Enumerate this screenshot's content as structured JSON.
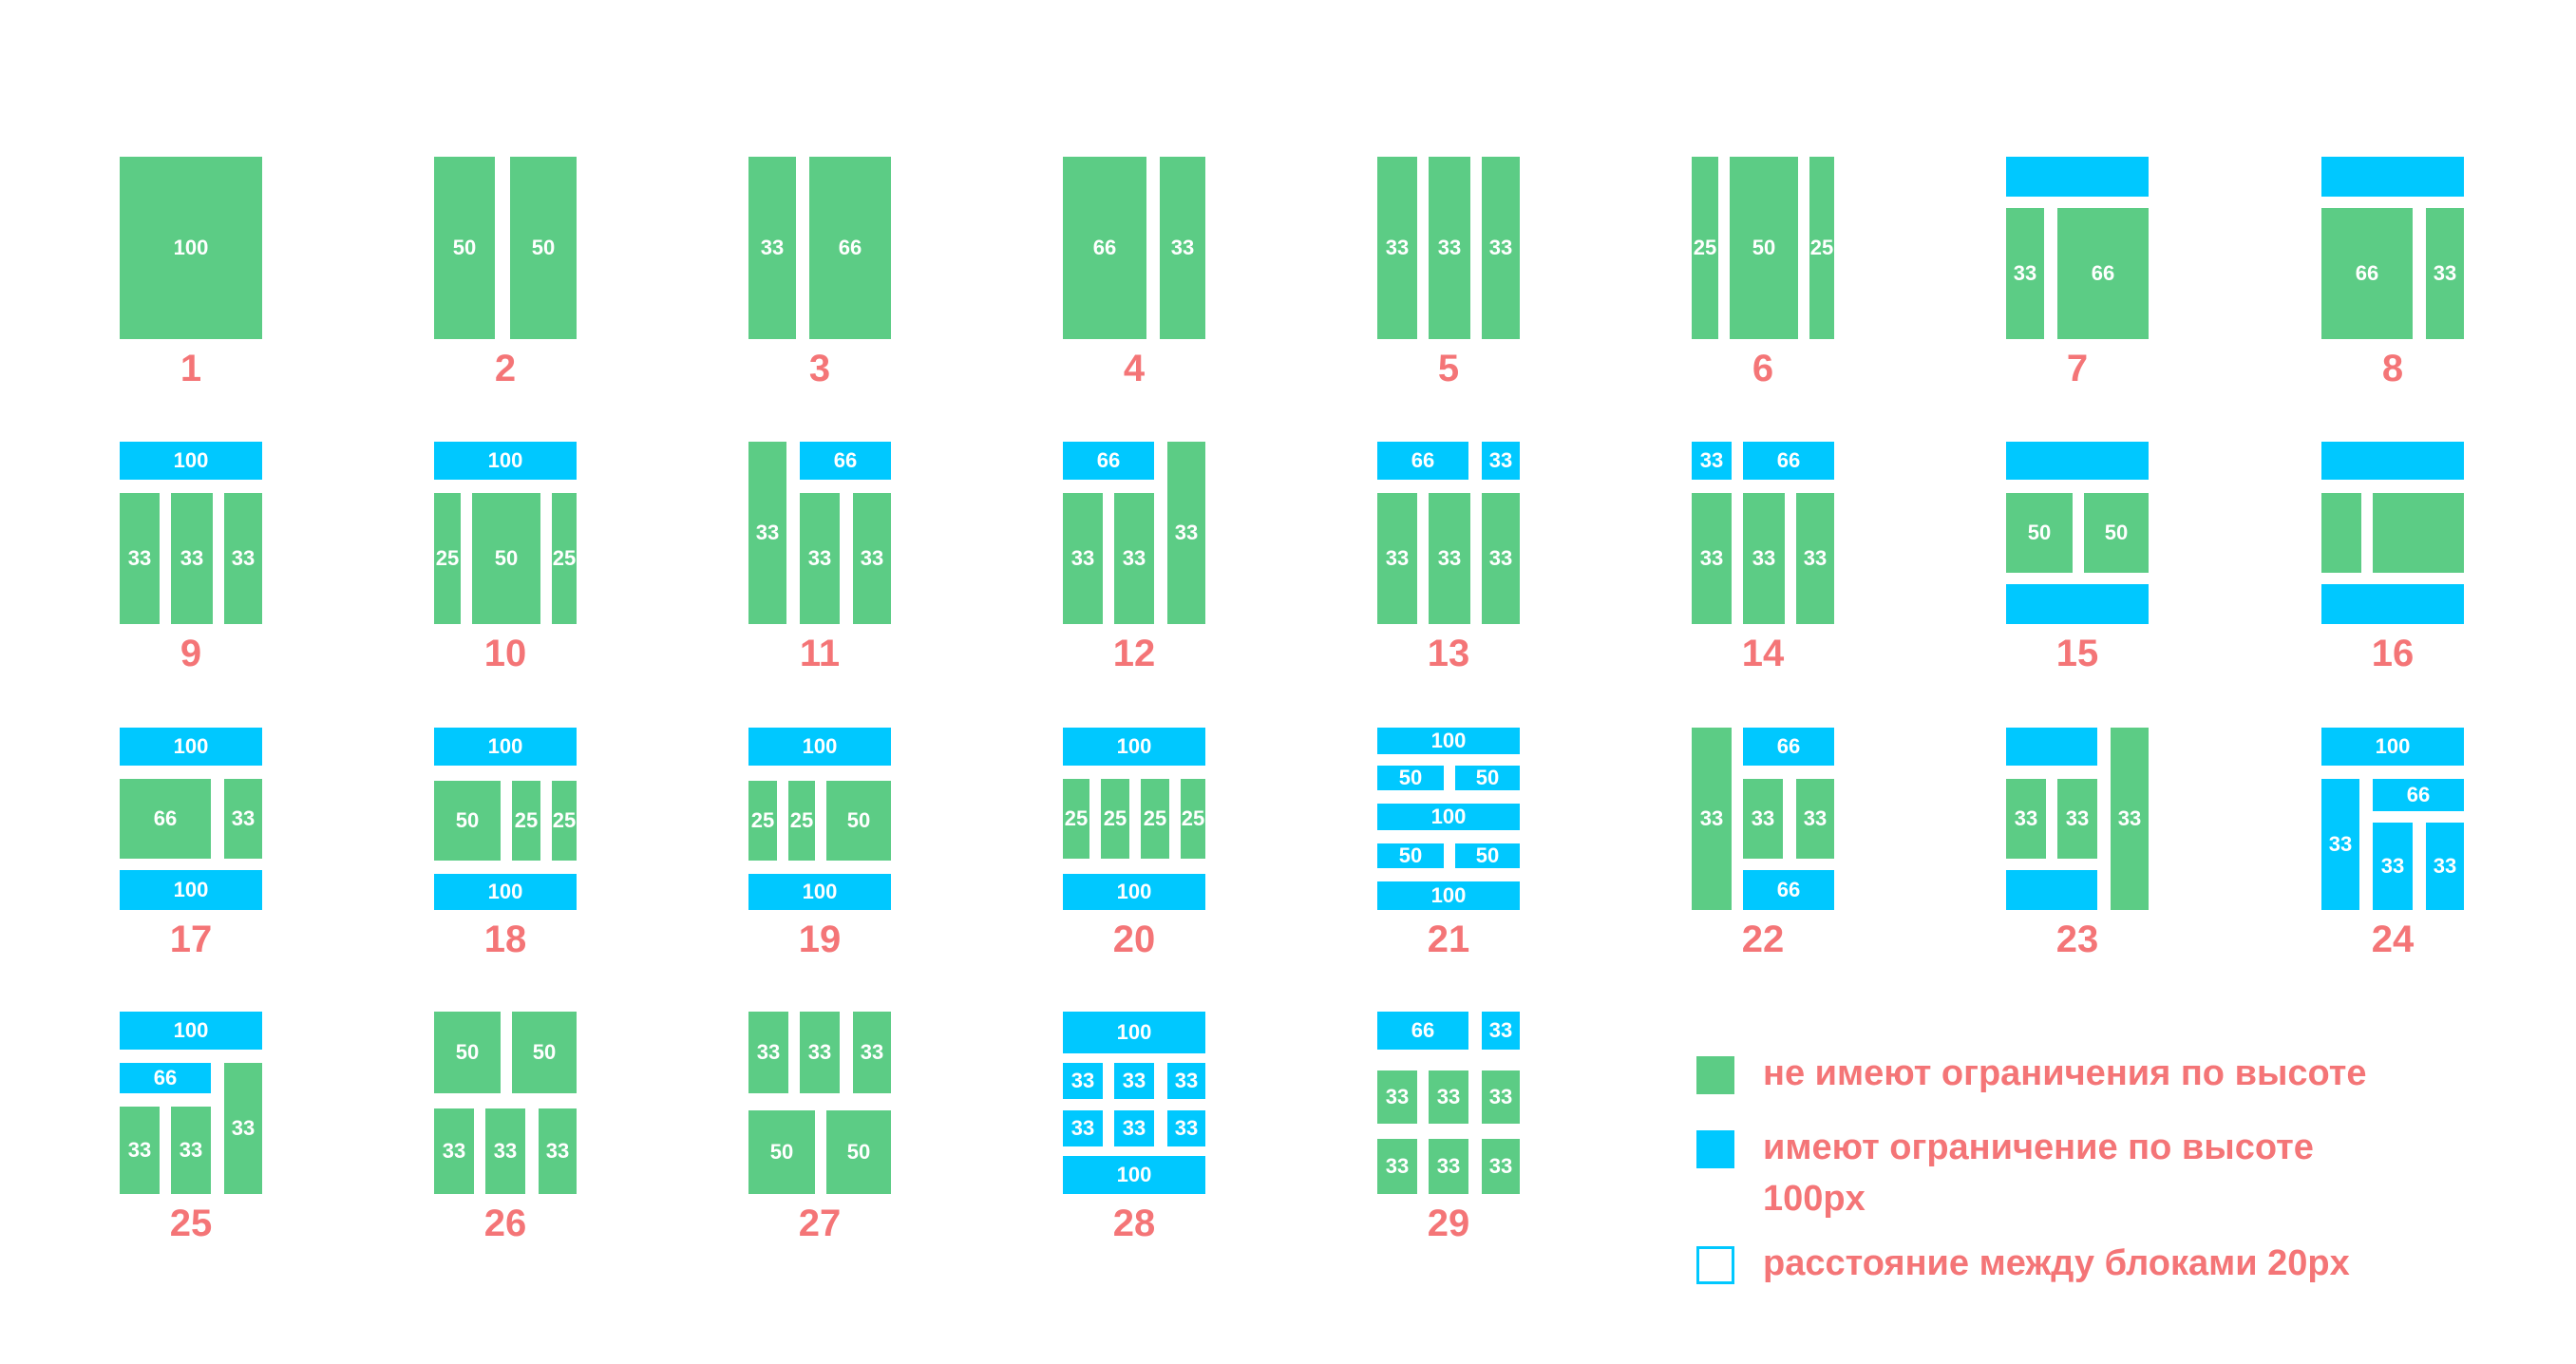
{
  "colors": {
    "green": "#5ccc85",
    "blue": "#00c8ff",
    "label": "#f47577",
    "background": "#ffffff"
  },
  "layouts": [
    {
      "label": "1",
      "blocks": [
        {
          "t": "100",
          "c": "g"
        }
      ]
    },
    {
      "label": "2",
      "blocks": [
        {
          "t": "50",
          "c": "g"
        },
        {
          "t": "50",
          "c": "g"
        }
      ]
    },
    {
      "label": "3",
      "blocks": [
        {
          "t": "33",
          "c": "g"
        },
        {
          "t": "66",
          "c": "g"
        }
      ]
    },
    {
      "label": "4",
      "blocks": [
        {
          "t": "66",
          "c": "g"
        },
        {
          "t": "33",
          "c": "g"
        }
      ]
    },
    {
      "label": "5",
      "blocks": [
        {
          "t": "33",
          "c": "g"
        },
        {
          "t": "33",
          "c": "g"
        },
        {
          "t": "33",
          "c": "g"
        }
      ]
    },
    {
      "label": "6",
      "blocks": [
        {
          "t": "25",
          "c": "g"
        },
        {
          "t": "50",
          "c": "g"
        },
        {
          "t": "25",
          "c": "g"
        }
      ]
    },
    {
      "label": "7",
      "blocks": [
        {
          "t": "",
          "c": "b"
        },
        {
          "t": "33",
          "c": "g"
        },
        {
          "t": "66",
          "c": "g"
        }
      ]
    },
    {
      "label": "8",
      "blocks": [
        {
          "t": "",
          "c": "b"
        },
        {
          "t": "66",
          "c": "g"
        },
        {
          "t": "33",
          "c": "g"
        }
      ]
    },
    {
      "label": "9",
      "blocks": [
        {
          "t": "100",
          "c": "b"
        },
        {
          "t": "33",
          "c": "g"
        },
        {
          "t": "33",
          "c": "g"
        },
        {
          "t": "33",
          "c": "g"
        }
      ]
    },
    {
      "label": "10",
      "blocks": [
        {
          "t": "100",
          "c": "b"
        },
        {
          "t": "25",
          "c": "g"
        },
        {
          "t": "50",
          "c": "g"
        },
        {
          "t": "25",
          "c": "g"
        }
      ]
    },
    {
      "label": "11",
      "blocks": [
        {
          "t": "33",
          "c": "g"
        },
        {
          "t": "66",
          "c": "b"
        },
        {
          "t": "33",
          "c": "g"
        },
        {
          "t": "33",
          "c": "g"
        }
      ]
    },
    {
      "label": "12",
      "blocks": [
        {
          "t": "66",
          "c": "b"
        },
        {
          "t": "33",
          "c": "g"
        },
        {
          "t": "33",
          "c": "g"
        },
        {
          "t": "33",
          "c": "g"
        }
      ]
    },
    {
      "label": "13",
      "blocks": [
        {
          "t": "66",
          "c": "b"
        },
        {
          "t": "33",
          "c": "b"
        },
        {
          "t": "33",
          "c": "g"
        },
        {
          "t": "33",
          "c": "g"
        },
        {
          "t": "33",
          "c": "g"
        }
      ]
    },
    {
      "label": "14",
      "blocks": [
        {
          "t": "33",
          "c": "b"
        },
        {
          "t": "66",
          "c": "b"
        },
        {
          "t": "33",
          "c": "g"
        },
        {
          "t": "33",
          "c": "g"
        },
        {
          "t": "33",
          "c": "g"
        }
      ]
    },
    {
      "label": "15",
      "blocks": [
        {
          "t": "",
          "c": "b"
        },
        {
          "t": "50",
          "c": "g"
        },
        {
          "t": "50",
          "c": "g"
        },
        {
          "t": "",
          "c": "b"
        }
      ]
    },
    {
      "label": "16",
      "blocks": [
        {
          "t": "",
          "c": "b"
        },
        {
          "t": "",
          "c": "g"
        },
        {
          "t": "",
          "c": "g"
        },
        {
          "t": "",
          "c": "b"
        }
      ]
    },
    {
      "label": "17",
      "blocks": [
        {
          "t": "100",
          "c": "b"
        },
        {
          "t": "66",
          "c": "g"
        },
        {
          "t": "33",
          "c": "g"
        },
        {
          "t": "100",
          "c": "b"
        }
      ]
    },
    {
      "label": "18",
      "blocks": [
        {
          "t": "100",
          "c": "b"
        },
        {
          "t": "50",
          "c": "g"
        },
        {
          "t": "25",
          "c": "g"
        },
        {
          "t": "25",
          "c": "g"
        },
        {
          "t": "100",
          "c": "b"
        }
      ]
    },
    {
      "label": "19",
      "blocks": [
        {
          "t": "100",
          "c": "b"
        },
        {
          "t": "25",
          "c": "g"
        },
        {
          "t": "25",
          "c": "g"
        },
        {
          "t": "50",
          "c": "g"
        },
        {
          "t": "100",
          "c": "b"
        }
      ]
    },
    {
      "label": "20",
      "blocks": [
        {
          "t": "100",
          "c": "b"
        },
        {
          "t": "25",
          "c": "g"
        },
        {
          "t": "25",
          "c": "g"
        },
        {
          "t": "25",
          "c": "g"
        },
        {
          "t": "25",
          "c": "g"
        },
        {
          "t": "100",
          "c": "b"
        }
      ]
    },
    {
      "label": "21",
      "blocks": [
        {
          "t": "100",
          "c": "b"
        },
        {
          "t": "50",
          "c": "b"
        },
        {
          "t": "50",
          "c": "b"
        },
        {
          "t": "100",
          "c": "b"
        },
        {
          "t": "50",
          "c": "b"
        },
        {
          "t": "50",
          "c": "b"
        },
        {
          "t": "100",
          "c": "b"
        }
      ]
    },
    {
      "label": "22",
      "blocks": [
        {
          "t": "33",
          "c": "g"
        },
        {
          "t": "66",
          "c": "b"
        },
        {
          "t": "33",
          "c": "g"
        },
        {
          "t": "33",
          "c": "g"
        },
        {
          "t": "66",
          "c": "b"
        }
      ]
    },
    {
      "label": "23",
      "blocks": [
        {
          "t": "",
          "c": "b"
        },
        {
          "t": "33",
          "c": "g"
        },
        {
          "t": "33",
          "c": "g"
        },
        {
          "t": "",
          "c": "b"
        },
        {
          "t": "33",
          "c": "g"
        }
      ]
    },
    {
      "label": "24",
      "blocks": [
        {
          "t": "100",
          "c": "b"
        },
        {
          "t": "33",
          "c": "b"
        },
        {
          "t": "66",
          "c": "b"
        },
        {
          "t": "33",
          "c": "b"
        },
        {
          "t": "33",
          "c": "b"
        }
      ]
    },
    {
      "label": "25",
      "blocks": [
        {
          "t": "100",
          "c": "b"
        },
        {
          "t": "66",
          "c": "b"
        },
        {
          "t": "33",
          "c": "g"
        },
        {
          "t": "33",
          "c": "g"
        },
        {
          "t": "33",
          "c": "g"
        }
      ]
    },
    {
      "label": "26",
      "blocks": [
        {
          "t": "50",
          "c": "g"
        },
        {
          "t": "50",
          "c": "g"
        },
        {
          "t": "33",
          "c": "g"
        },
        {
          "t": "33",
          "c": "g"
        },
        {
          "t": "33",
          "c": "g"
        }
      ]
    },
    {
      "label": "27",
      "blocks": [
        {
          "t": "33",
          "c": "g"
        },
        {
          "t": "33",
          "c": "g"
        },
        {
          "t": "33",
          "c": "g"
        },
        {
          "t": "50",
          "c": "g"
        },
        {
          "t": "50",
          "c": "g"
        }
      ]
    },
    {
      "label": "28",
      "blocks": [
        {
          "t": "100",
          "c": "b"
        },
        {
          "t": "33",
          "c": "b"
        },
        {
          "t": "33",
          "c": "b"
        },
        {
          "t": "33",
          "c": "b"
        },
        {
          "t": "33",
          "c": "b"
        },
        {
          "t": "33",
          "c": "b"
        },
        {
          "t": "33",
          "c": "b"
        },
        {
          "t": "100",
          "c": "b"
        }
      ]
    },
    {
      "label": "29",
      "blocks": [
        {
          "t": "66",
          "c": "b"
        },
        {
          "t": "33",
          "c": "b"
        },
        {
          "t": "33",
          "c": "g"
        },
        {
          "t": "33",
          "c": "g"
        },
        {
          "t": "33",
          "c": "g"
        },
        {
          "t": "33",
          "c": "g"
        },
        {
          "t": "33",
          "c": "g"
        },
        {
          "t": "33",
          "c": "g"
        }
      ]
    }
  ],
  "legend": {
    "green_text": "не имеют ограничения по высоте",
    "blue_line1": "имеют ограничение по высоте",
    "blue_line2": "100px",
    "gap_text": "расстояние между блоками 20px"
  }
}
